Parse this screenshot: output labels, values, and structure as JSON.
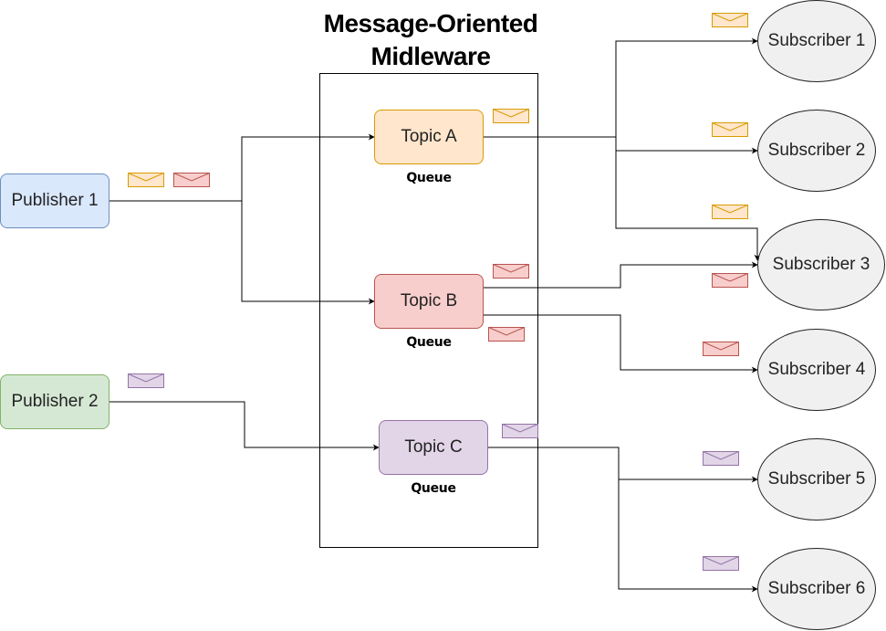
{
  "diagram": {
    "title_line1": "Message-Oriented",
    "title_line2": "Midleware",
    "publishers": [
      {
        "label": "Publisher 1"
      },
      {
        "label": "Publisher 2"
      }
    ],
    "topics": [
      {
        "label": "Topic A",
        "queue_label": "Queue"
      },
      {
        "label": "Topic B",
        "queue_label": "Queue"
      },
      {
        "label": "Topic C",
        "queue_label": "Queue"
      }
    ],
    "subscribers": [
      {
        "label": "Subscriber 1"
      },
      {
        "label": "Subscriber 2"
      },
      {
        "label": "Subscriber 3"
      },
      {
        "label": "Subscriber 4"
      },
      {
        "label": "Subscriber 5"
      },
      {
        "label": "Subscriber 6"
      }
    ]
  },
  "colors": {
    "publisher1_fill": "#dae8fc",
    "publisher2_fill": "#d5e8d4",
    "topicA_fill": "#ffe6cc",
    "topicB_fill": "#f8cecc",
    "topicC_fill": "#e1d5e7",
    "subscriber_fill": "#f0f0f0"
  }
}
